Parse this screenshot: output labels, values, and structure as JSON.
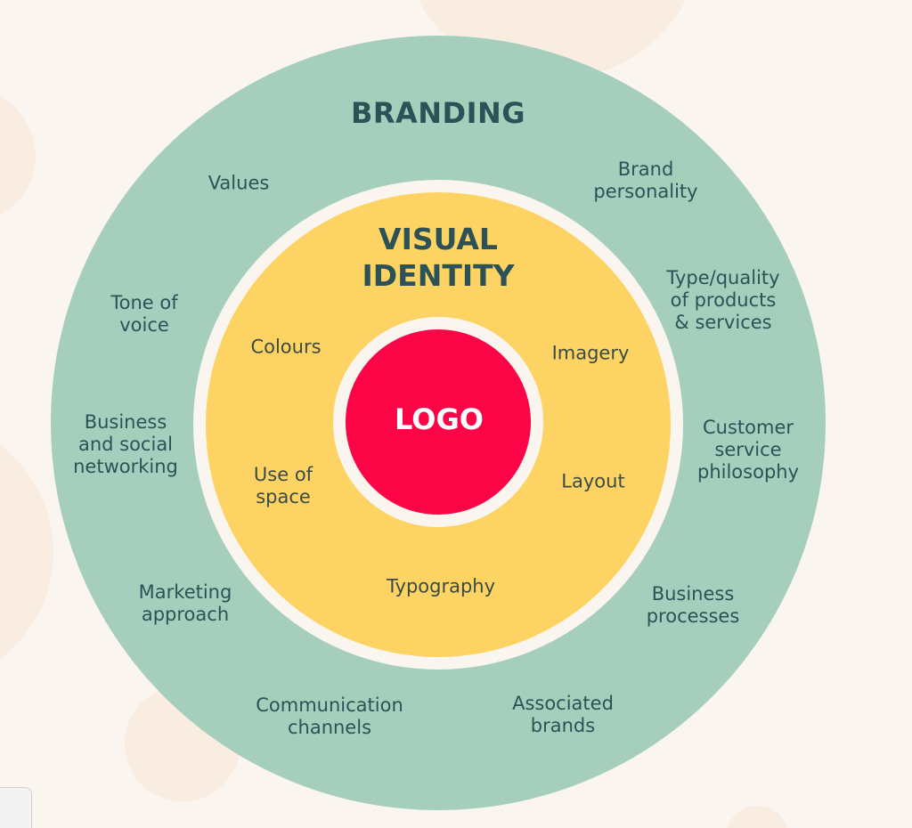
{
  "diagram": {
    "outer_ring": {
      "title": "BRANDING",
      "color": "#a5cfbc",
      "items": [
        "Values",
        "Brand\npersonality",
        "Type/quality\nof products\n& services",
        "Customer\nservice\nphilosophy",
        "Business\nprocesses",
        "Associated\nbrands",
        "Communication\nchannels",
        "Marketing\napproach",
        "Business\nand social\nnetworking",
        "Tone of\nvoice"
      ]
    },
    "middle_ring": {
      "title": "VISUAL\nIDENTITY",
      "color": "#fdd464",
      "items": [
        "Colours",
        "Imagery",
        "Use of\nspace",
        "Layout",
        "Typography"
      ]
    },
    "center": {
      "title": "LOGO",
      "color": "#fb0547"
    }
  }
}
